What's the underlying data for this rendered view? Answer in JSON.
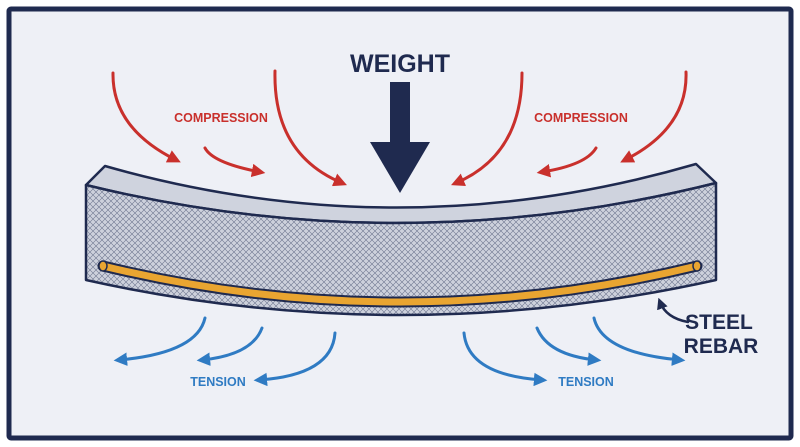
{
  "labels": {
    "weight": "WEIGHT",
    "compression_left": "COMPRESSION",
    "compression_right": "COMPRESSION",
    "tension_left": "TENSION",
    "tension_right": "TENSION",
    "steel_line1": "STEEL",
    "steel_line2": "REBAR"
  },
  "colors": {
    "frame_border": "#1f2a4f",
    "background": "#eef0f6",
    "weight_arrow": "#1f2a4f",
    "compression": "#c9302c",
    "tension": "#2f7bc3",
    "rebar": "#e9a531",
    "beam_top": "#cfd3de",
    "beam_hatch": "#1f2a4f"
  }
}
